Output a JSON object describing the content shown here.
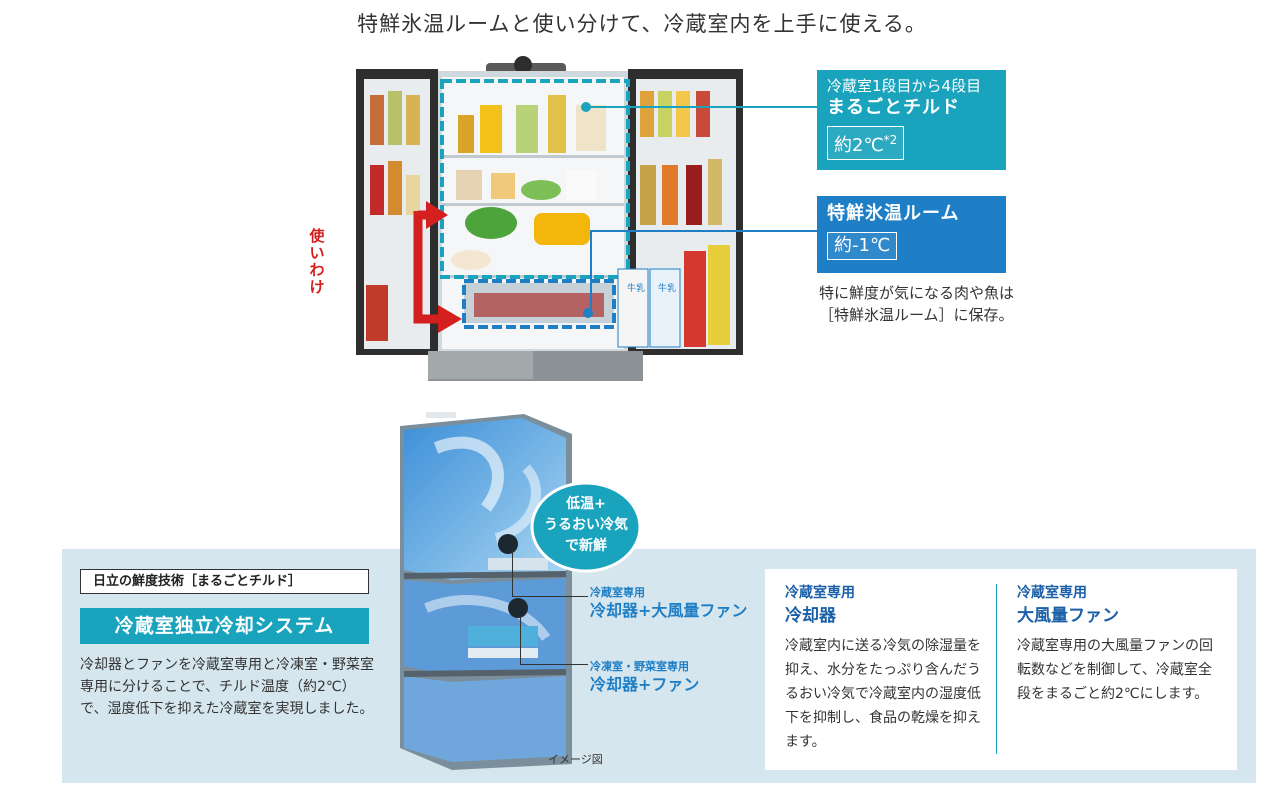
{
  "headline": "特鮮氷温ルームと使い分けて、冷蔵室内を上手に使える。",
  "top": {
    "usage_label": "使いわけ",
    "chilled_callout": {
      "sub": "冷蔵室1段目から4段目",
      "main": "まるごとチルド",
      "temp": "約2℃",
      "temp_note": "*2"
    },
    "ice_callout": {
      "main": "特鮮氷温ルーム",
      "temp": "約-1℃"
    },
    "ice_description": "特に鮮度が気になる肉や魚は［特鮮氷温ルーム］に保存。",
    "milk_label": "牛乳"
  },
  "bottom": {
    "tag": "日立の鮮度技術［まるごとチルド］",
    "title": "冷蔵室独立冷却システム",
    "body": "冷却器とファンを冷蔵室専用と冷凍室・野菜室専用に分けることで、チルド温度（約2℃）で、湿度低下を抑えた冷蔵室を実現しました。",
    "bubble": [
      "低温+",
      "うるおい冷気",
      "で新鮮"
    ],
    "component1": {
      "small": "冷蔵室専用",
      "big": "冷却器+大風量ファン"
    },
    "component2": {
      "small": "冷凍室・野菜室専用",
      "big": "冷却器+ファン"
    },
    "image_caption": "イメージ図",
    "columns": [
      {
        "subhead": "冷蔵室専用",
        "head": "冷却器",
        "text": "冷蔵室内に送る冷気の除湿量を抑え、水分をたっぷり含んだうるおい冷気で冷蔵室内の湿度低下を抑制し、食品の乾燥を抑えます。"
      },
      {
        "subhead": "冷蔵室専用",
        "head": "大風量ファン",
        "text": "冷蔵室専用の大風量ファンの回転数などを制御して、冷蔵室全段をまるごと約2℃にします。"
      }
    ]
  },
  "colors": {
    "teal": "#1aa3bd",
    "blue": "#1e7fc6",
    "navy": "#1a5fa8",
    "red": "#d41f1f",
    "panel": "#d6e6ee"
  }
}
